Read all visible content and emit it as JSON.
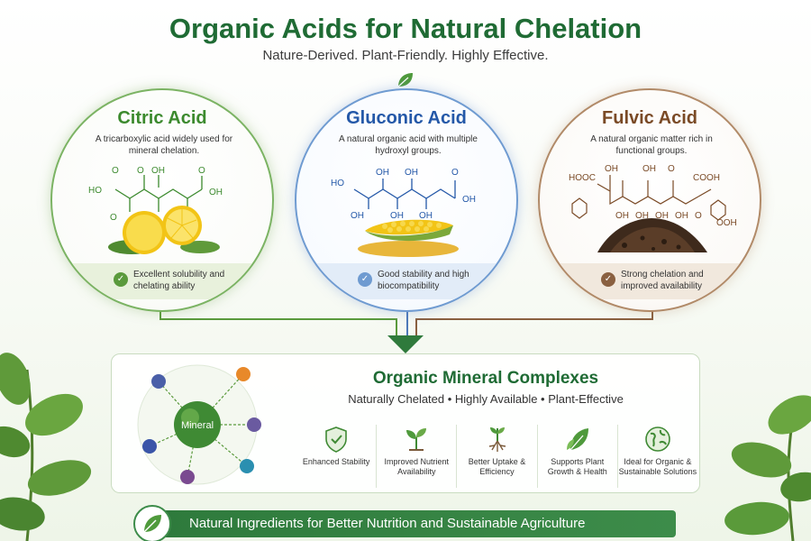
{
  "header": {
    "title": "Organic Acids for Natural Chelation",
    "subtitle": "Nature-Derived. Plant-Friendly. Highly Effective."
  },
  "acids": [
    {
      "name": "Citric Acid",
      "description": "A tricarboxylic acid widely used for mineral chelation.",
      "benefit": "Excellent solubility and chelating ability",
      "labels": [
        "O",
        "OH",
        "HO",
        "O",
        "OH",
        "O",
        "OH",
        "O"
      ],
      "color": "#3c8a2e"
    },
    {
      "name": "Gluconic Acid",
      "description": "A natural organic acid with multiple hydroxyl groups.",
      "benefit": "Good stability and high biocompatibility",
      "labels": [
        "HO",
        "OH",
        "OH",
        "O",
        "OH",
        "OH",
        "OH",
        "OH"
      ],
      "color": "#2458a8"
    },
    {
      "name": "Fulvic Acid",
      "description": "A natural organic matter rich in functional groups.",
      "benefit": "Strong chelation and improved availability",
      "labels": [
        "HOOC",
        "OH",
        "OH",
        "COOH",
        "O",
        "OH",
        "OH",
        "OH",
        "OH",
        "O",
        "OOH"
      ],
      "color": "#7a4a26"
    }
  ],
  "complex": {
    "title": "Organic Mineral Complexes",
    "subtitle": "Naturally Chelated • Highly Available • Plant-Effective",
    "center_label": "Mineral",
    "features": [
      {
        "label": "Enhanced Stability",
        "icon": "shield-check-icon"
      },
      {
        "label": "Improved Nutrient Availability",
        "icon": "seedling-icon"
      },
      {
        "label": "Better Uptake & Efficiency",
        "icon": "roots-icon"
      },
      {
        "label": "Supports Plant Growth & Health",
        "icon": "leaves-icon"
      },
      {
        "label": "Ideal for Organic & Sustainable Solutions",
        "icon": "globe-leaf-icon"
      }
    ]
  },
  "footer": {
    "text": "Natural Ingredients for Better Nutrition and Sustainable Agriculture"
  },
  "colors": {
    "primary_green": "#1f6b34",
    "citric": "#7bb363",
    "gluconic": "#6f9bd1",
    "fulvic": "#b18a68"
  }
}
